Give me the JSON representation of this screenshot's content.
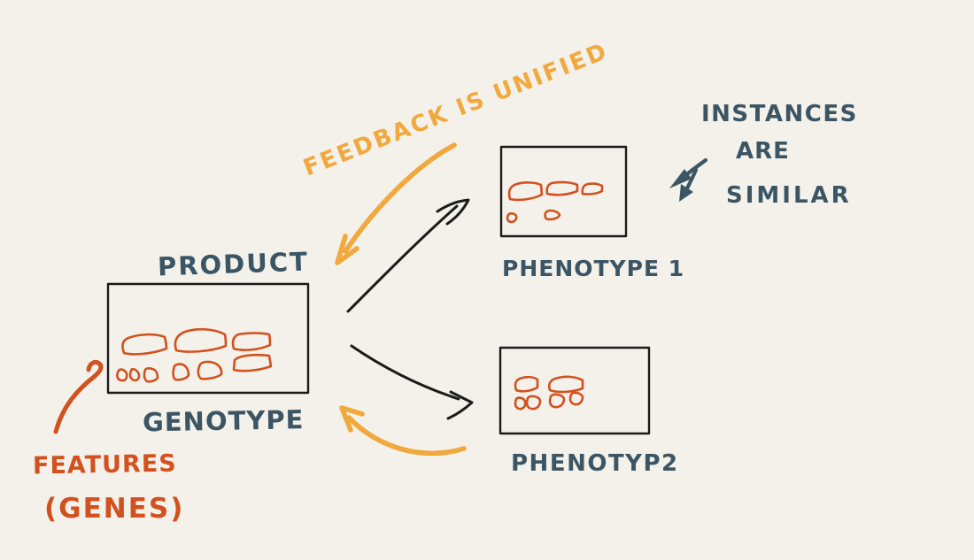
{
  "colors": {
    "background": "#F3F1EA",
    "ink": "#1B1B1B",
    "slate": "#3B5565",
    "orange": "#D2511E",
    "yellow": "#F1A83C"
  },
  "labels": {
    "feedback": "FEEDBACK IS UNIFIED",
    "instances_line1": "INSTANCES",
    "instances_line2": "ARE",
    "instances_line3": "SIMILAR",
    "product": "PRODUCT",
    "genotype": "GENOTYPE",
    "phenotype1": "PHENOTYPE 1",
    "phenotype2": "PHENOTYP2",
    "features": "FEATURES",
    "genes": "(GENES)"
  }
}
